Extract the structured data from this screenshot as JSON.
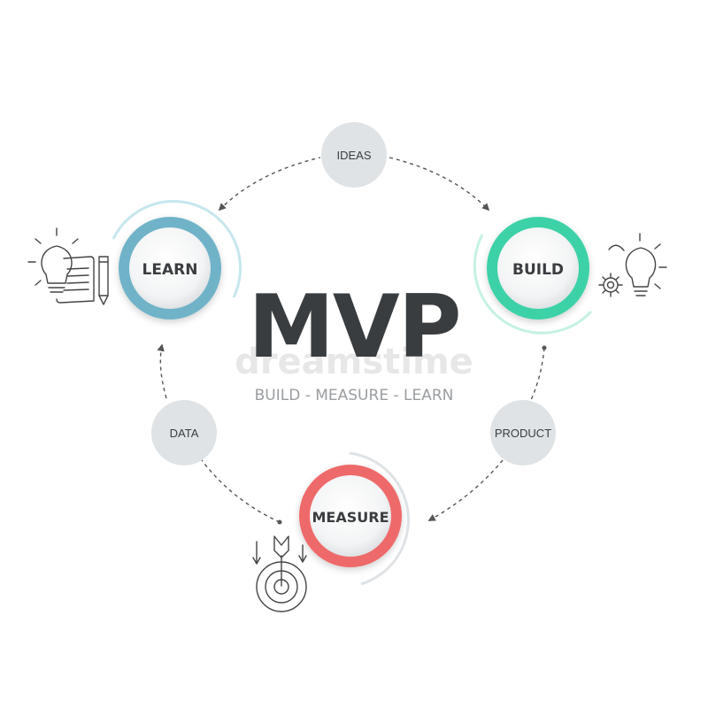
{
  "title": "MVP",
  "subtitle": "BUILD - MEASURE - LEARN",
  "watermark": "dreamstime",
  "nodes": {
    "learn": {
      "label": "LEARN",
      "color": "#6fb3c8"
    },
    "build": {
      "label": "BUILD",
      "color": "#3ed1a8"
    },
    "measure": {
      "label": "MEASURE",
      "color": "#ee6b6b"
    }
  },
  "connectors": {
    "ideas": "IDEAS",
    "product": "PRODUCT",
    "data": "DATA"
  },
  "icons": {
    "learn": "lightbulb-notes-pencil-icon",
    "build": "lightbulb-gear-icon",
    "measure": "target-arrow-icon"
  },
  "colors": {
    "text_dark": "#3a3d40",
    "bubble": "#dfe3e6",
    "line": "#555555"
  }
}
